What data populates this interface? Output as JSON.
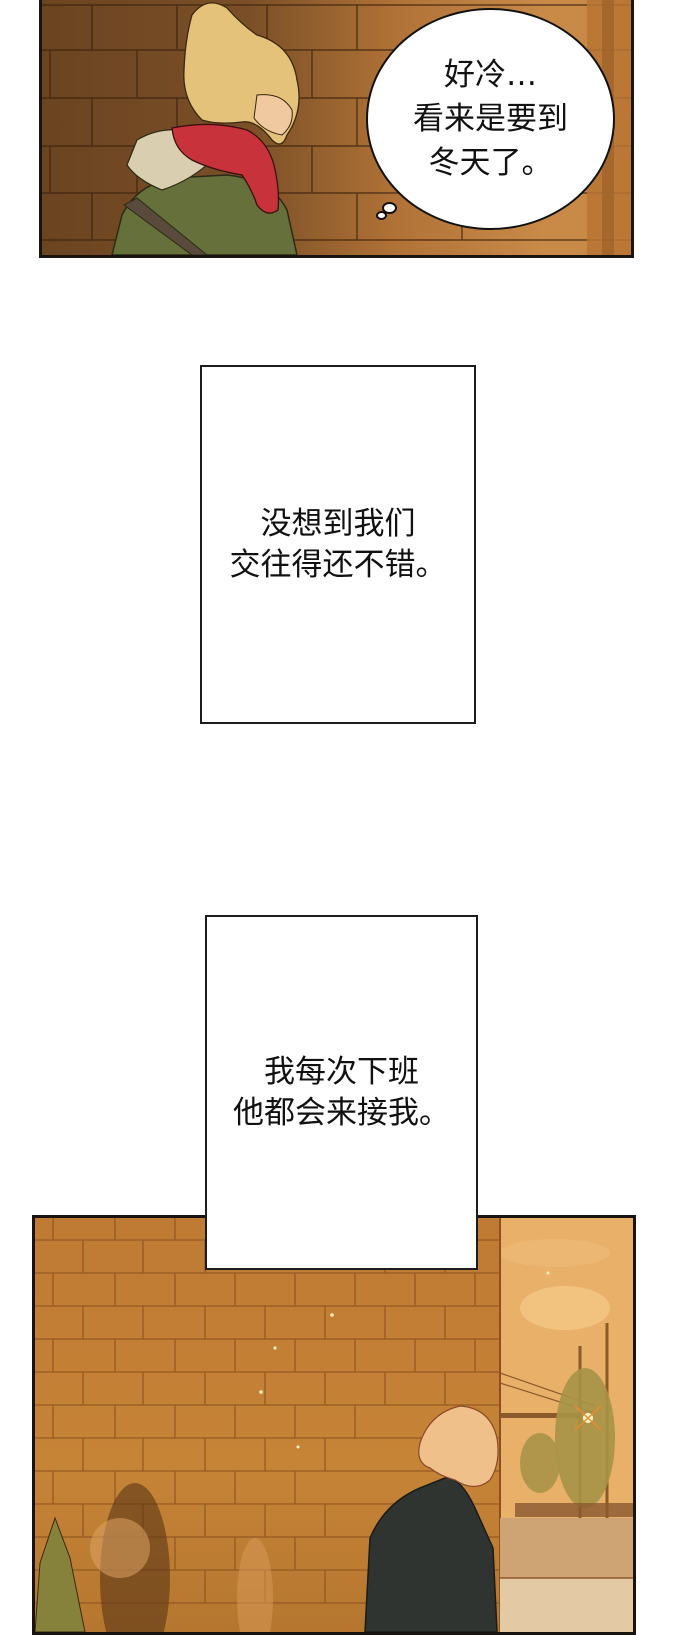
{
  "panels": [
    {
      "id": "panel-1",
      "scene": "Girl with blonde hair bun, red scarf and green jacket standing eyes closed against a brick wall",
      "speech_bubble": {
        "type": "speech",
        "lines": [
          "好冷…",
          "看来是要到",
          "冬天了。"
        ]
      },
      "colors": {
        "wall_dark": "#6b4420",
        "wall_light": "#c98a48",
        "scarf": "#c8323a",
        "jacket": "#66703a",
        "hair": "#e8c57a"
      }
    },
    {
      "id": "panel-2",
      "scene": "Young man with light hair and dark coat walking past an orange brick wall, street with trees and power lines at sunset on right",
      "colors": {
        "wall": "#c07d35",
        "coat": "#2f3431",
        "sky": "#e6ad66",
        "hair": "#f0c08a"
      }
    }
  ],
  "captions": [
    {
      "id": "caption-1",
      "lines": [
        "没想到我们",
        "交往得还不错。"
      ]
    },
    {
      "id": "caption-2",
      "lines": [
        "我每次下班",
        "他都会来接我。"
      ]
    }
  ]
}
